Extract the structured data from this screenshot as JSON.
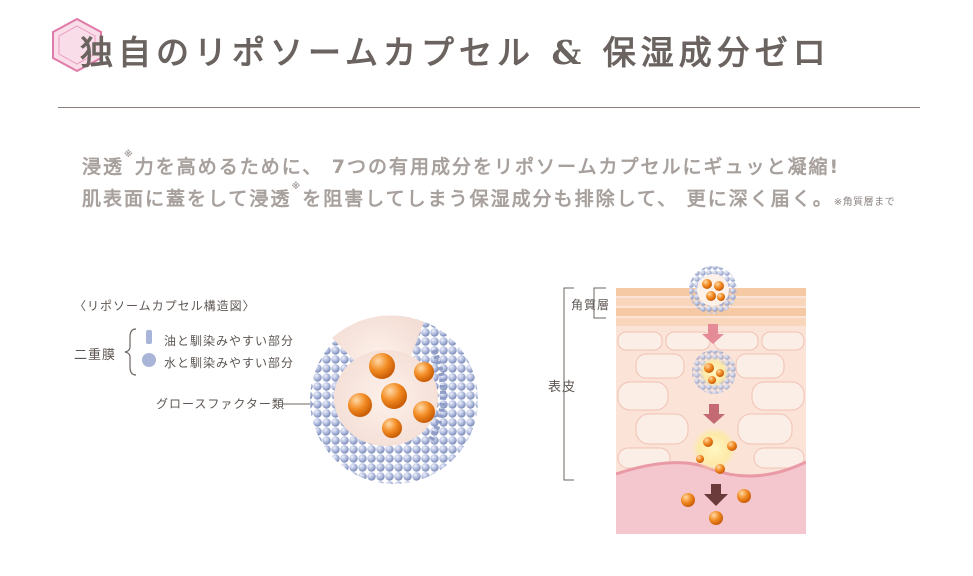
{
  "heading": {
    "title": "独自のリポソームカプセル & 保湿成分ゼロ"
  },
  "lead": {
    "line1_a": "浸透",
    "line1_mark": "※",
    "line1_b": "力を高めるために、 7つの有用成分をリポソームカプセルにギュッと凝縮!",
    "line2_a": "肌表面に蓋をして浸透",
    "line2_mark": "※",
    "line2_b": "を阻害してしまう保湿成分も排除して、 更に深く届く。",
    "footnote": "※角質層まで"
  },
  "structure": {
    "caption": "〈リポソームカプセル構造図〉",
    "membrane_label": "二重膜",
    "oil_label": "油と馴染みやすい部分",
    "water_label": "水と馴染みやすい部分",
    "growth_factor_label": "グロースファクター類"
  },
  "skin": {
    "stratum_corneum_label": "角質層",
    "epidermis_label": "表皮"
  },
  "colors": {
    "accent_pink": "#e9a6c8",
    "lipid_blue": "#a9b5d8",
    "core_orange": "#f0861c",
    "skin_pink": "#f6d7d2",
    "arrow_red": "#c46a72",
    "arrow_dark": "#6b3a3a"
  },
  "icons": {
    "badge": "hexagon-badge-icon",
    "oil_part": "lipid-tail-icon",
    "water_part": "lipid-head-icon"
  }
}
